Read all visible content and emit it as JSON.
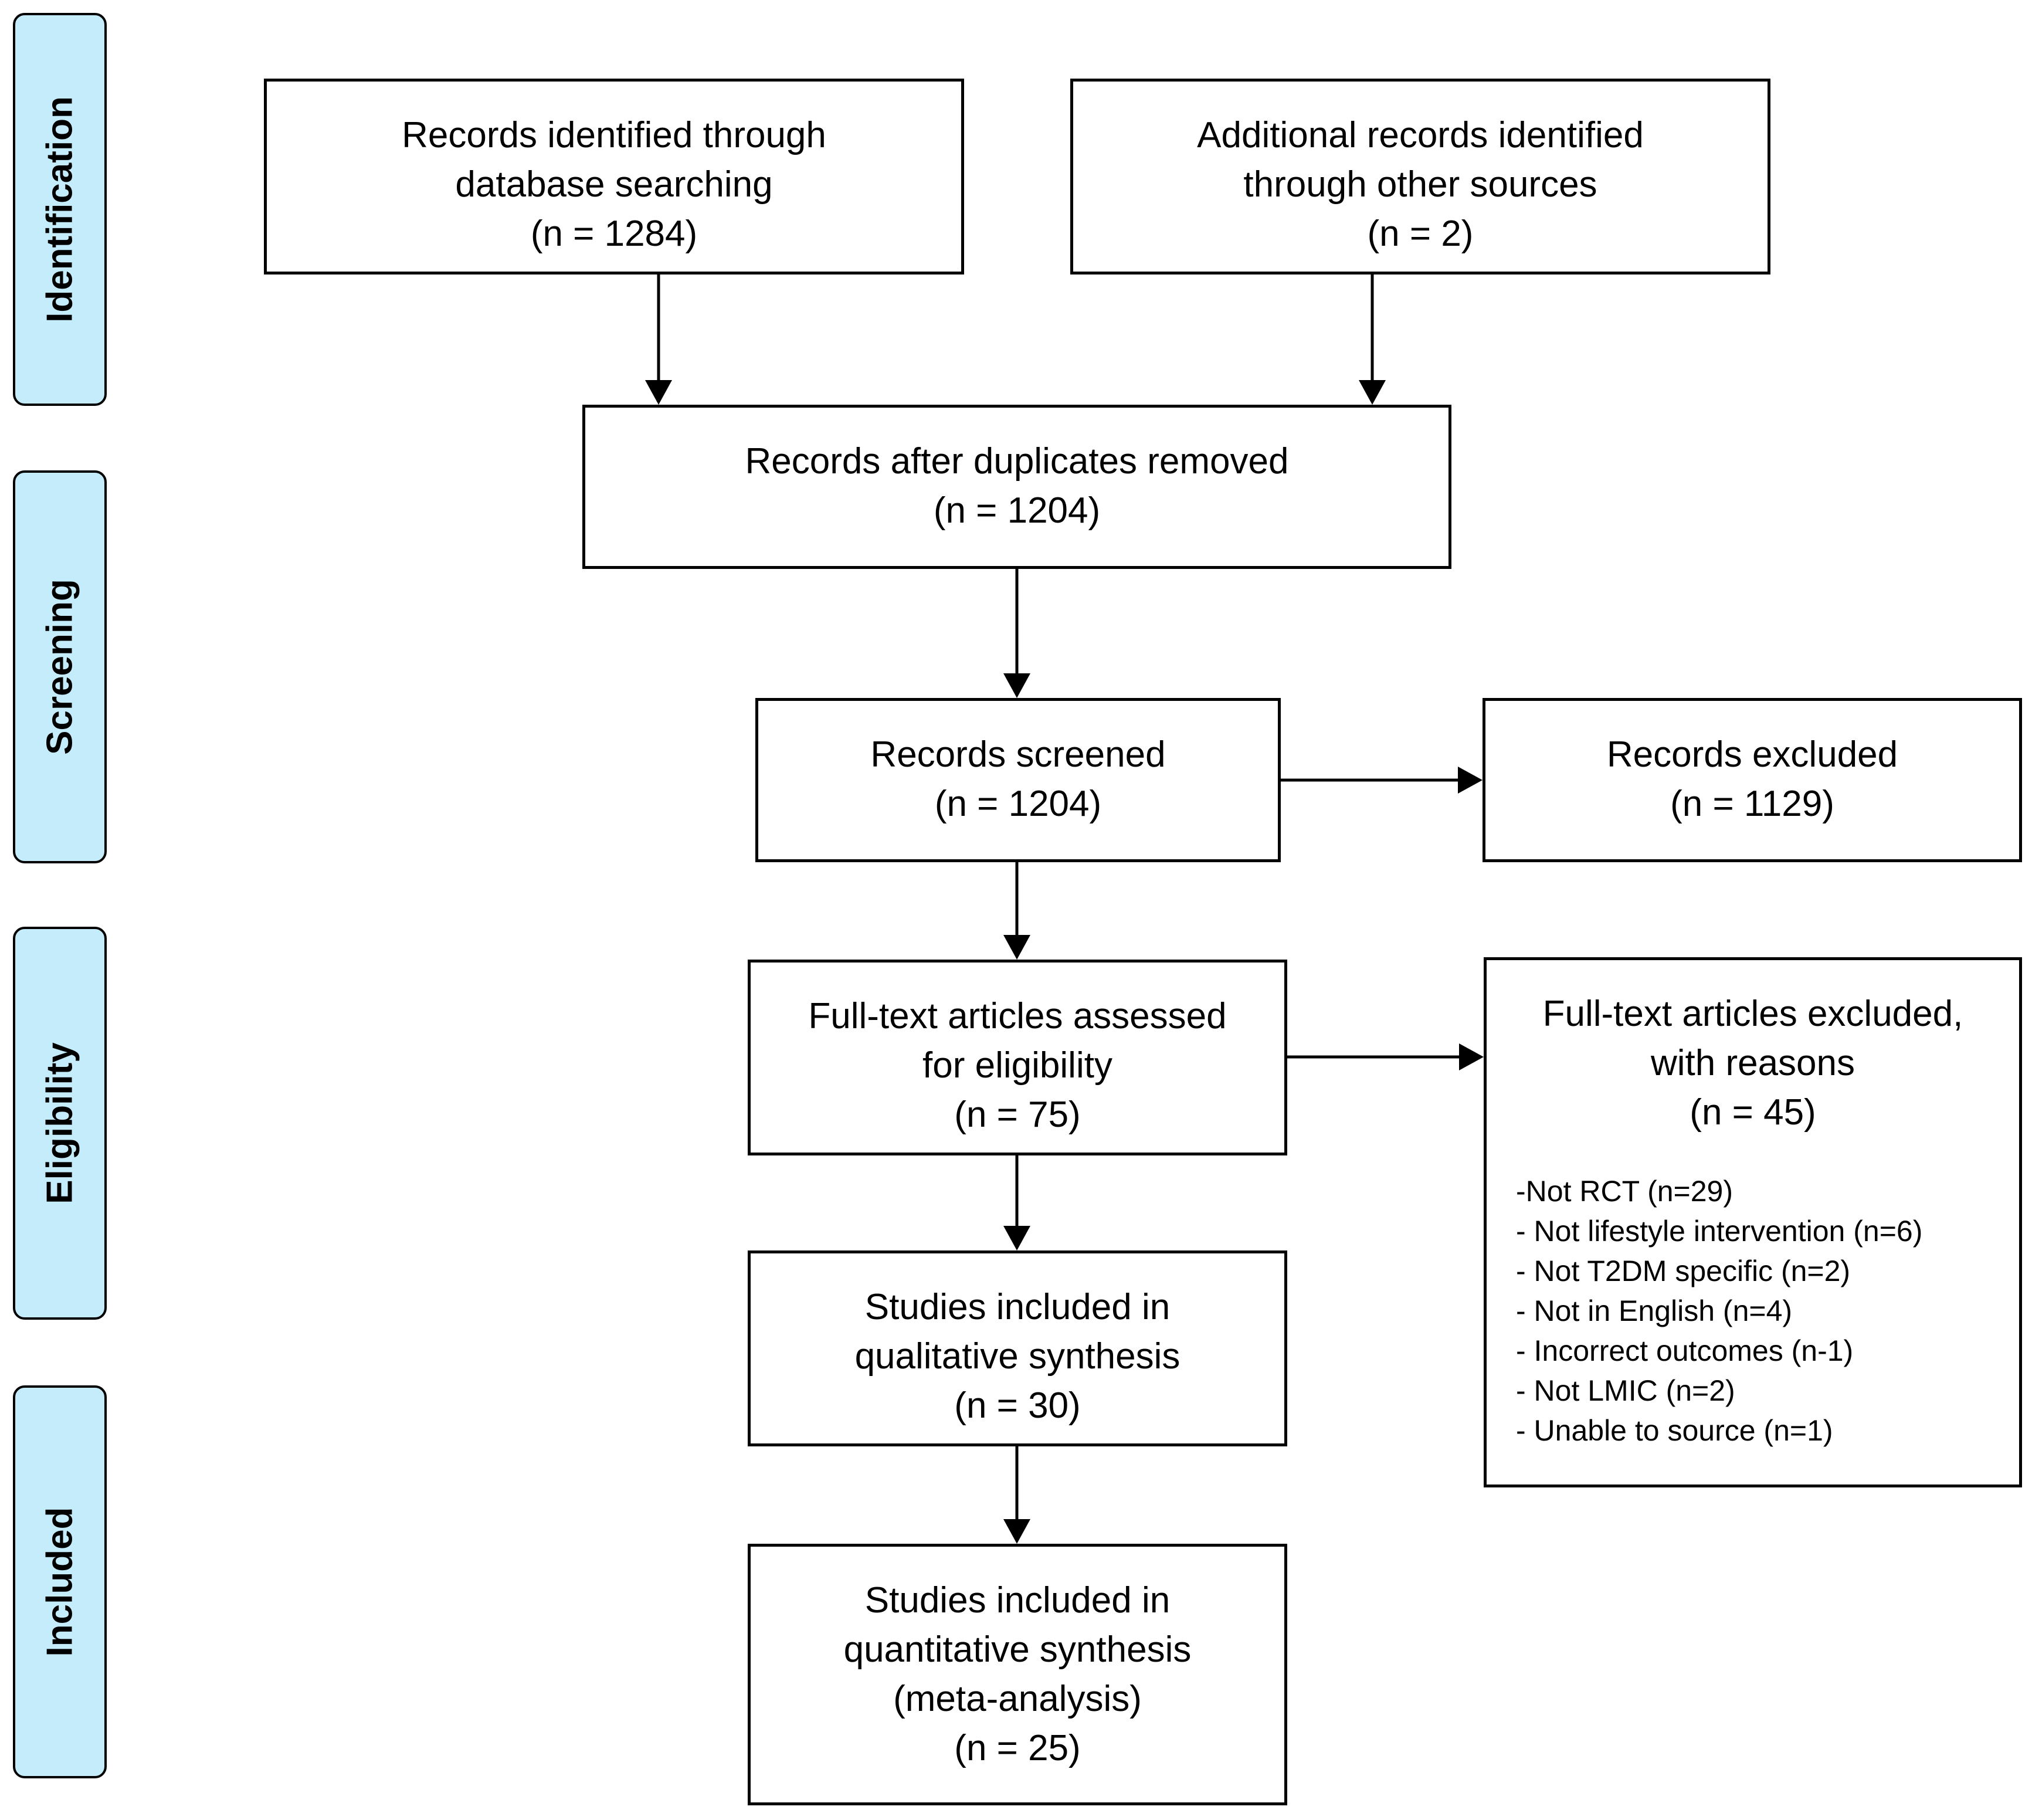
{
  "phases": {
    "identification": "Identification",
    "screening": "Screening",
    "eligibility": "Eligibility",
    "included": "Included"
  },
  "boxes": {
    "database": {
      "line1": "Records identified through",
      "line2": "database searching",
      "line3": "(n = 1284)"
    },
    "other": {
      "line1": "Additional records identified",
      "line2": "through other sources",
      "line3": "(n = 2)"
    },
    "deduplicated": {
      "line1": "Records after duplicates removed",
      "line2": "(n = 1204)"
    },
    "screened": {
      "line1": "Records screened",
      "line2": "(n = 1204)"
    },
    "excluded": {
      "line1": "Records excluded",
      "line2": "(n = 1129)"
    },
    "fulltext": {
      "line1": "Full-text articles assessed",
      "line2": "for eligibility",
      "line3": "(n = 75)"
    },
    "fulltext_excluded": {
      "line1": "Full-text articles excluded,",
      "line2": "with reasons",
      "line3": "(n = 45)",
      "reasons": [
        "-Not RCT (n=29)",
        "- Not lifestyle intervention (n=6)",
        "- Not T2DM specific (n=2)",
        "- Not in English (n=4)",
        "- Incorrect outcomes (n-1)",
        "- Not LMIC (n=2)",
        "- Unable to source (n=1)"
      ]
    },
    "qualitative": {
      "line1": "Studies included in",
      "line2": "qualitative synthesis",
      "line3": "(n = 30)"
    },
    "quantitative": {
      "line1": "Studies included in",
      "line2": "quantitative synthesis",
      "line3": "(meta-analysis)",
      "line4": "(n = 25)"
    }
  },
  "colors": {
    "phase_fill": "#c5ecfb",
    "line": "#000000"
  }
}
